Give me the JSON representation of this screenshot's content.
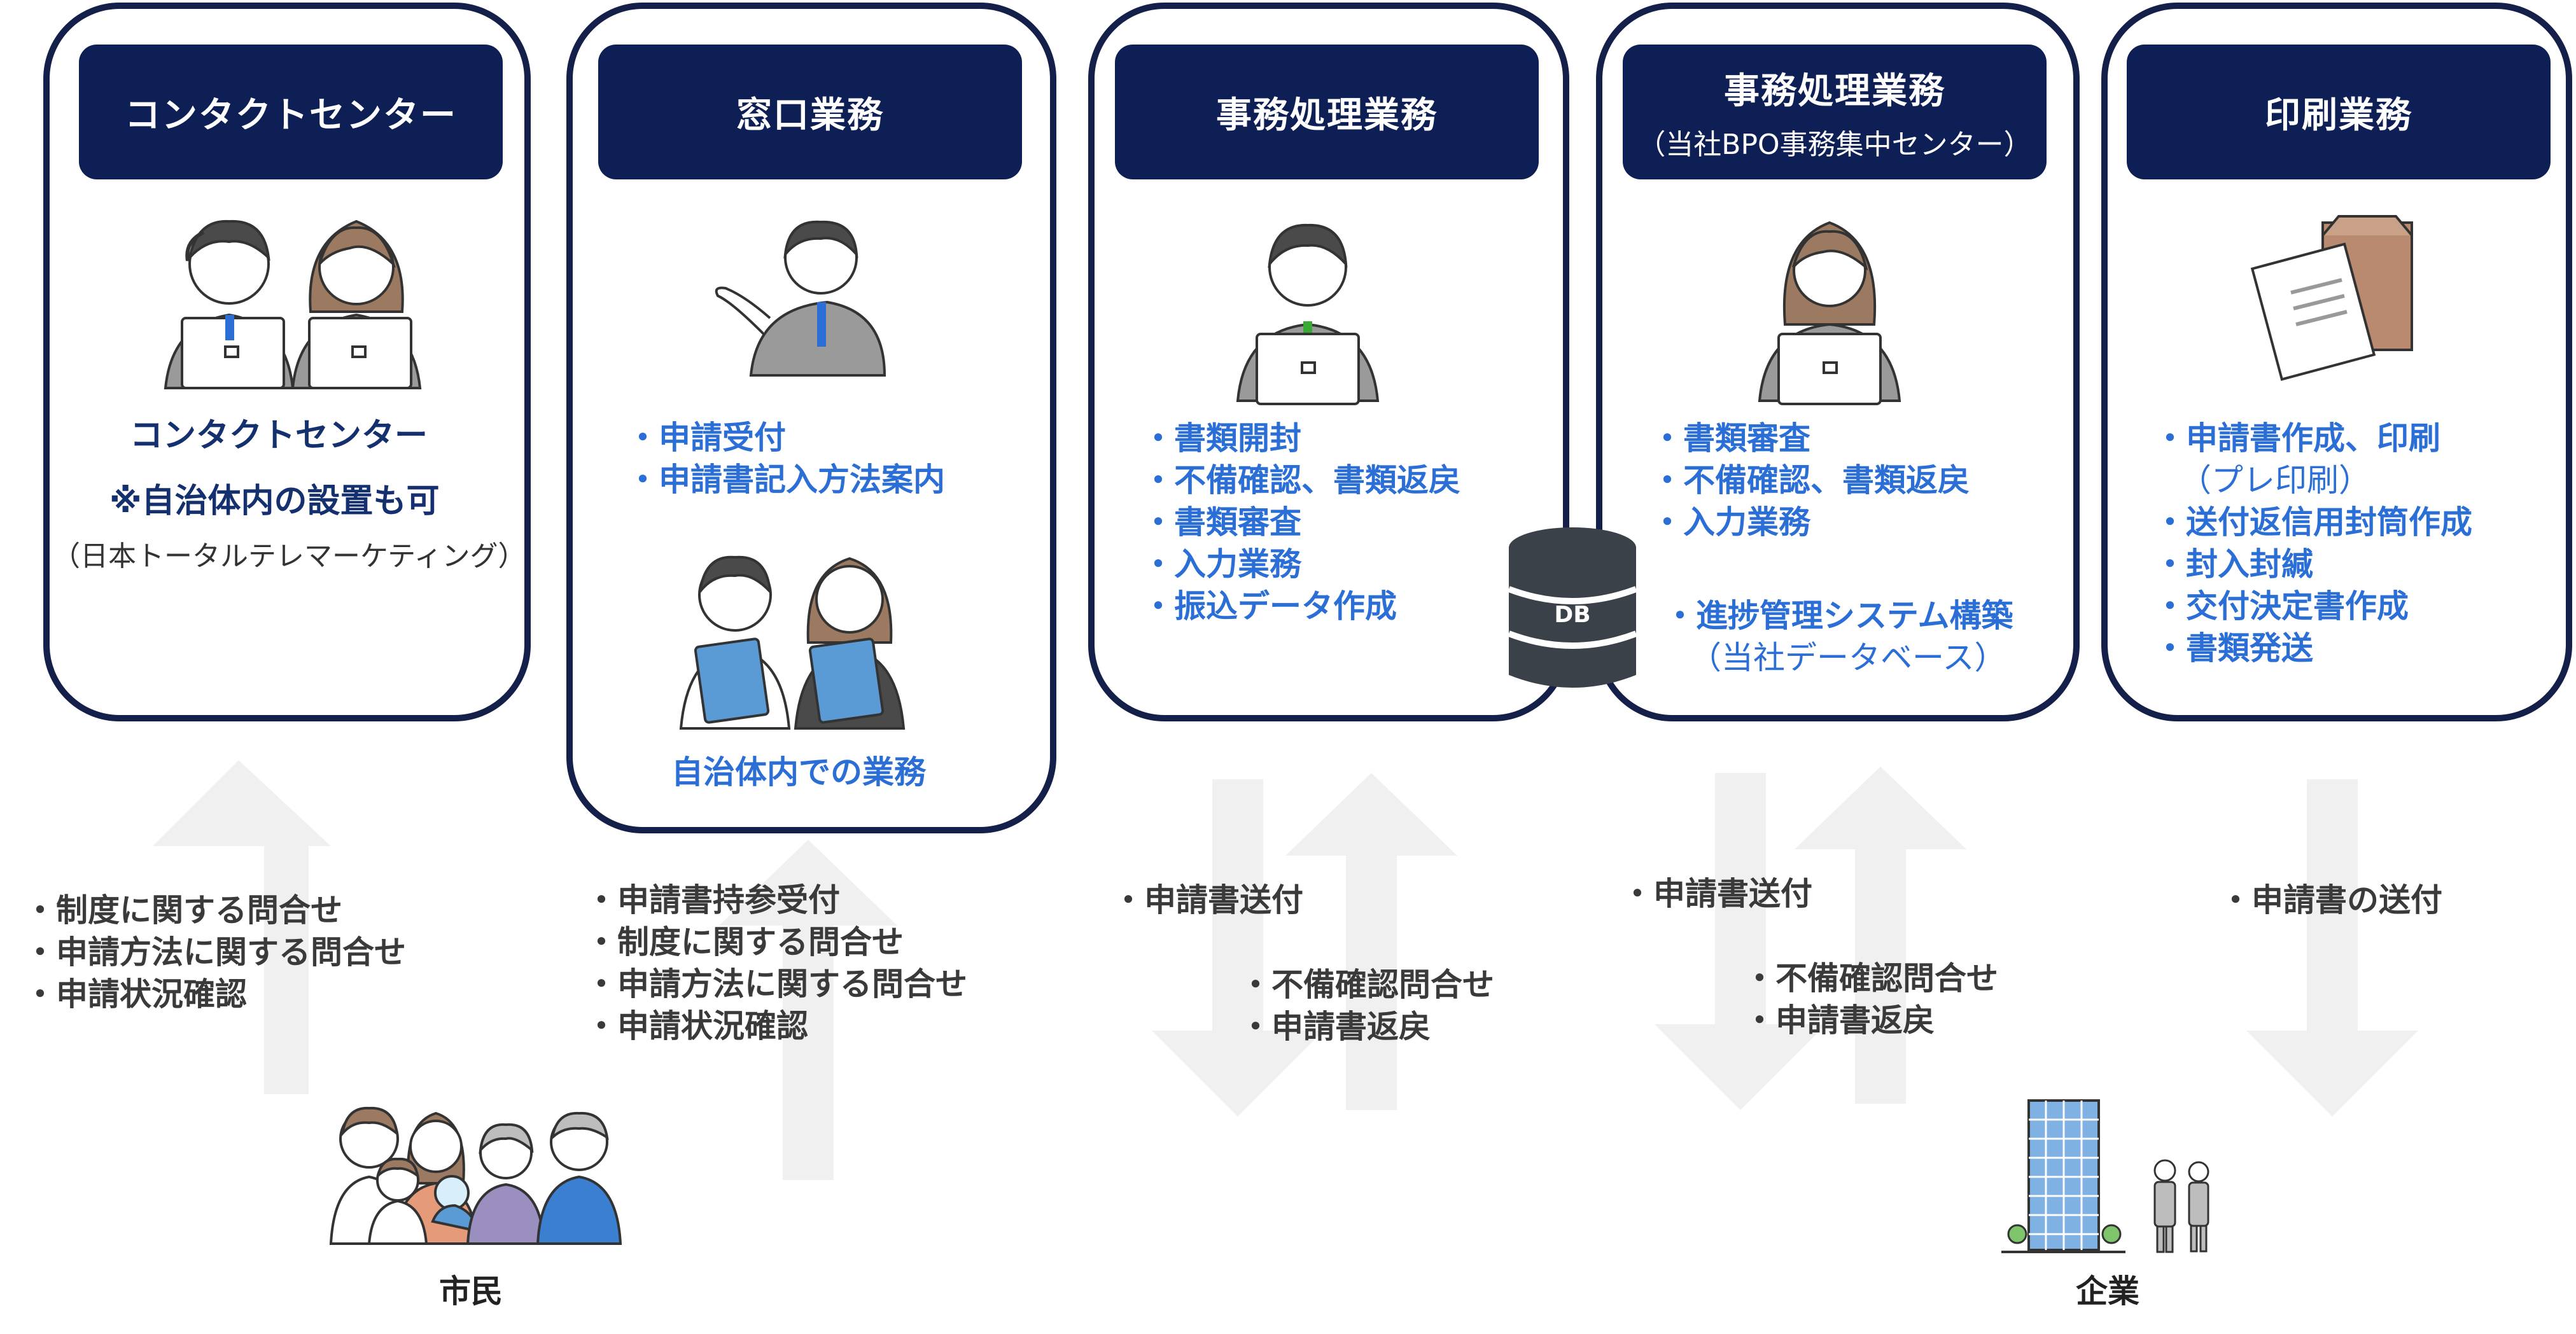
{
  "cards": [
    {
      "id": "contact",
      "title": "コンタクトセンター",
      "label": "コンタクトセンター",
      "note": "※自治体内の設置も可",
      "vendor": "（日本トータルテレマーケティング）"
    },
    {
      "id": "counter",
      "title": "窓口業務",
      "items": [
        "申請受付",
        "申請書記入方法案内"
      ],
      "footer": "自治体内での業務"
    },
    {
      "id": "office",
      "title": "事務処理業務",
      "items": [
        "書類開封",
        "不備確認、書類返戻",
        "書類審査",
        "入力業務",
        "振込データ作成"
      ]
    },
    {
      "id": "bpo",
      "title": "事務処理業務",
      "subtitle": "（当社BPO事務集中センター）",
      "items": [
        "書類審査",
        "不備確認、書類返戻",
        "入力業務"
      ],
      "system": "進捗管理システム構築",
      "system_sub": "（当社データベース）"
    },
    {
      "id": "print",
      "title": "印刷業務",
      "items": [
        "申請書作成、印刷",
        "（プレ印刷）",
        "送付返信用封筒作成",
        "封入封緘",
        "交付決定書作成",
        "書類発送"
      ]
    }
  ],
  "db_label": "DB",
  "flows": {
    "contact_up": [
      "制度に関する問合せ",
      "申請方法に関する問合せ",
      "申請状況確認"
    ],
    "counter_up": [
      "申請書持参受付",
      "制度に関する問合せ",
      "申請方法に関する問合せ",
      "申請状況確認"
    ],
    "office_down": [
      "申請書送付"
    ],
    "office_up": [
      "不備確認問合せ",
      "申請書返戻"
    ],
    "bpo_down": [
      "申請書送付"
    ],
    "bpo_up": [
      "不備確認問合せ",
      "申請書返戻"
    ],
    "print_down": [
      "申請書の送付"
    ]
  },
  "bottom": {
    "citizens": "市民",
    "company": "企業"
  },
  "colors": {
    "navy": "#0e1f55",
    "border": "#14204a",
    "blue": "#2b6fd6",
    "arrow": "#f0f0f0"
  }
}
